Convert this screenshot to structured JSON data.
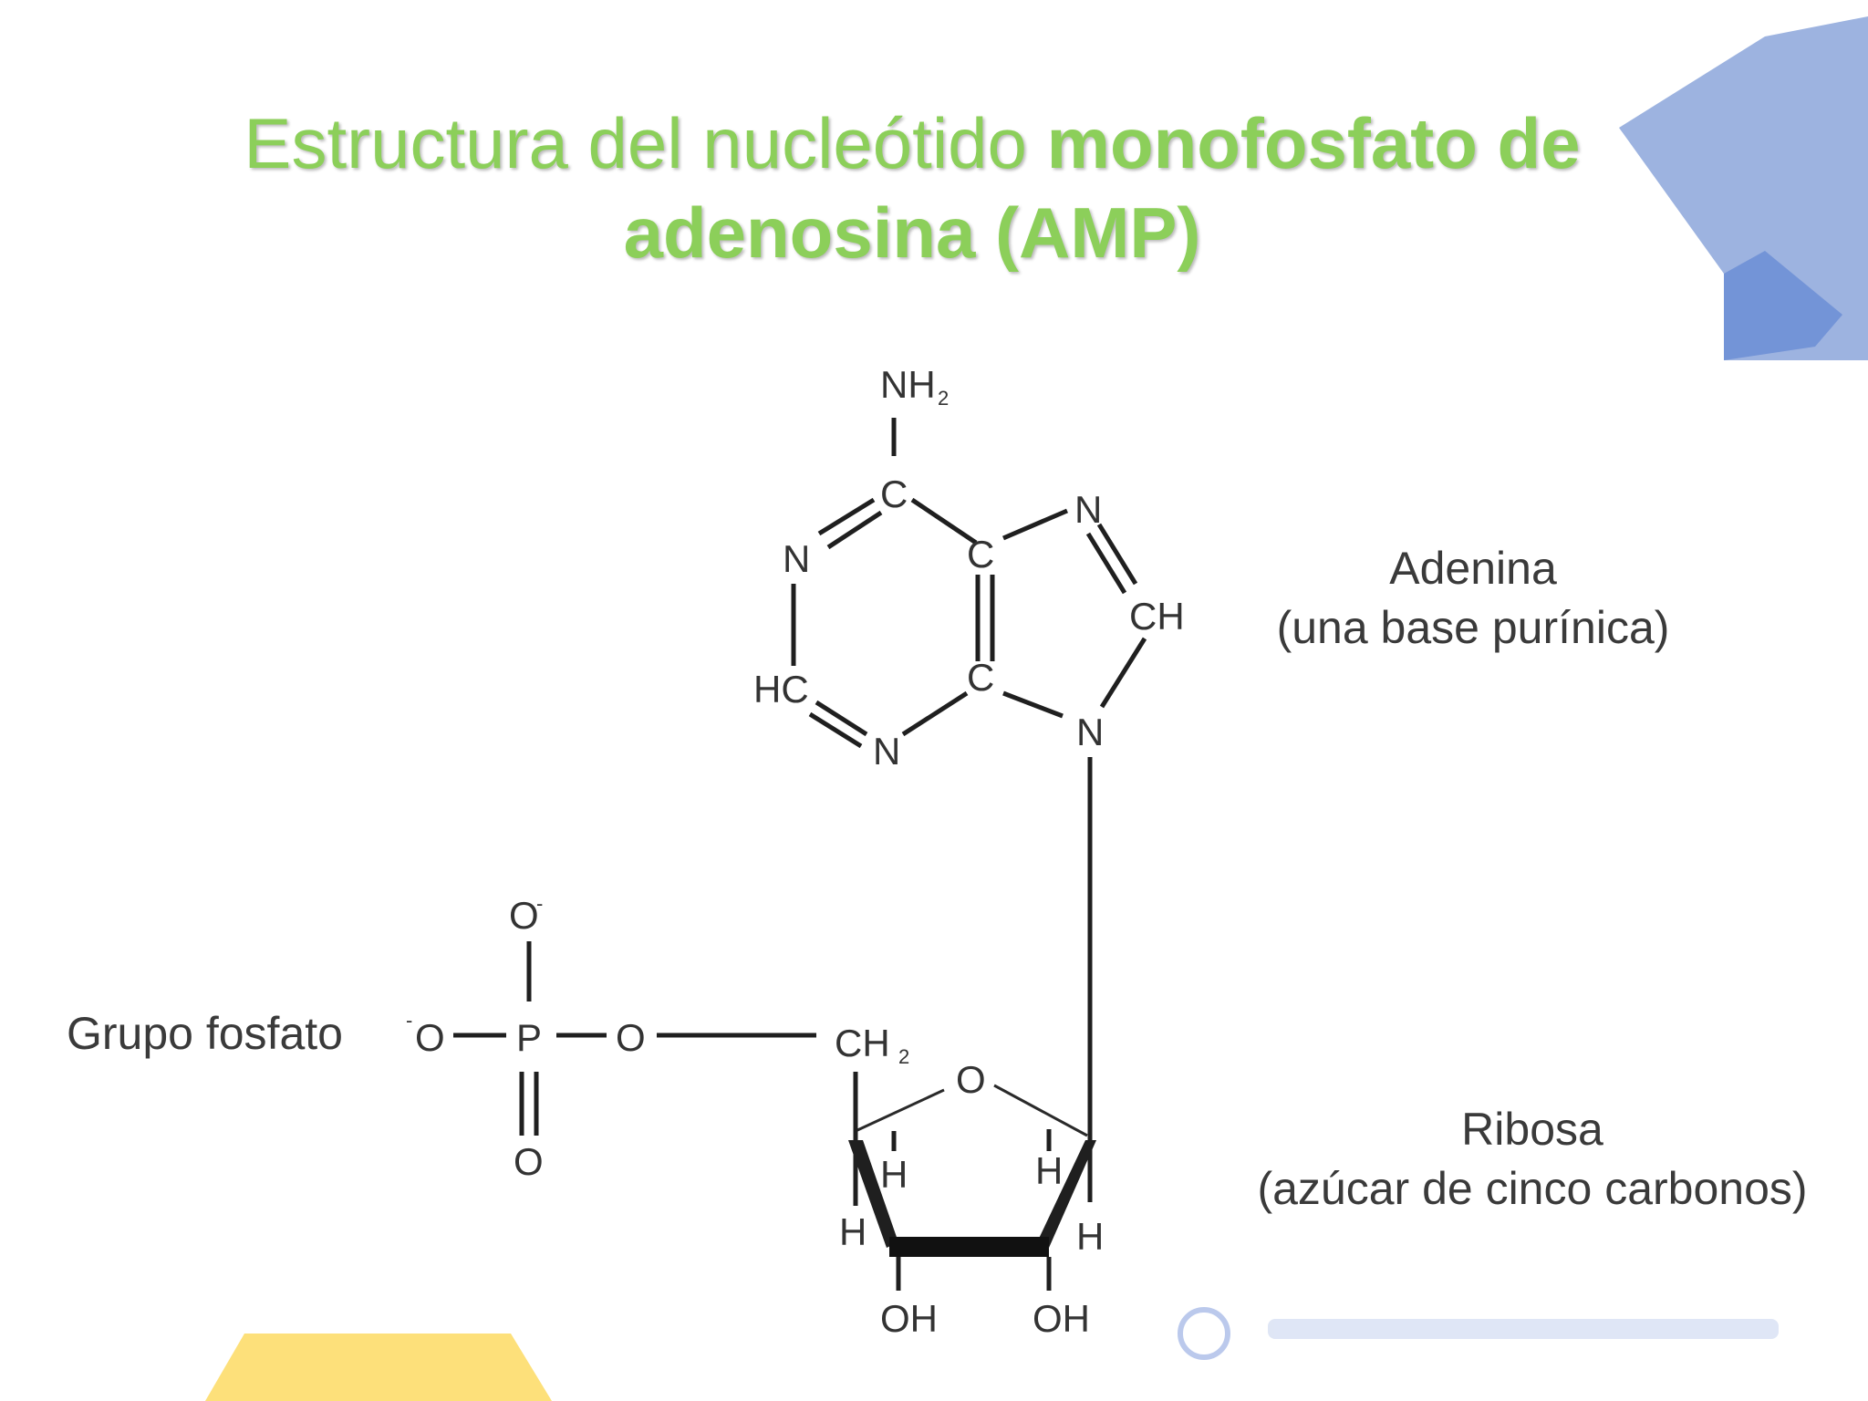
{
  "slide": {
    "title_regular": "Estructura del nucleótido ",
    "title_bold_1": "monofosfato de",
    "title_bold_2": "adenosina (AMP)"
  },
  "labels": {
    "adenina_line1": "Adenina",
    "adenina_line2": "(una base purínica)",
    "grupo_fosfato": "Grupo fosfato",
    "ribosa_line1": "Ribosa",
    "ribosa_line2": "(azúcar de cinco carbonos)"
  },
  "atoms": {
    "nh2": "NH",
    "nh2_sub": "2",
    "c": "C",
    "n": "N",
    "ch": "CH",
    "hc": "HC",
    "ch2": "CH",
    "ch2_sub": "2",
    "o": "O",
    "o_minus": "O",
    "minus": "-",
    "p": "P",
    "h": "H",
    "oh": "OH"
  },
  "colors": {
    "title": "#8ccf5a",
    "blue_shape": "#9db3e0",
    "blue_square": "#6f90d6",
    "yellow_shape": "#fde07a"
  }
}
